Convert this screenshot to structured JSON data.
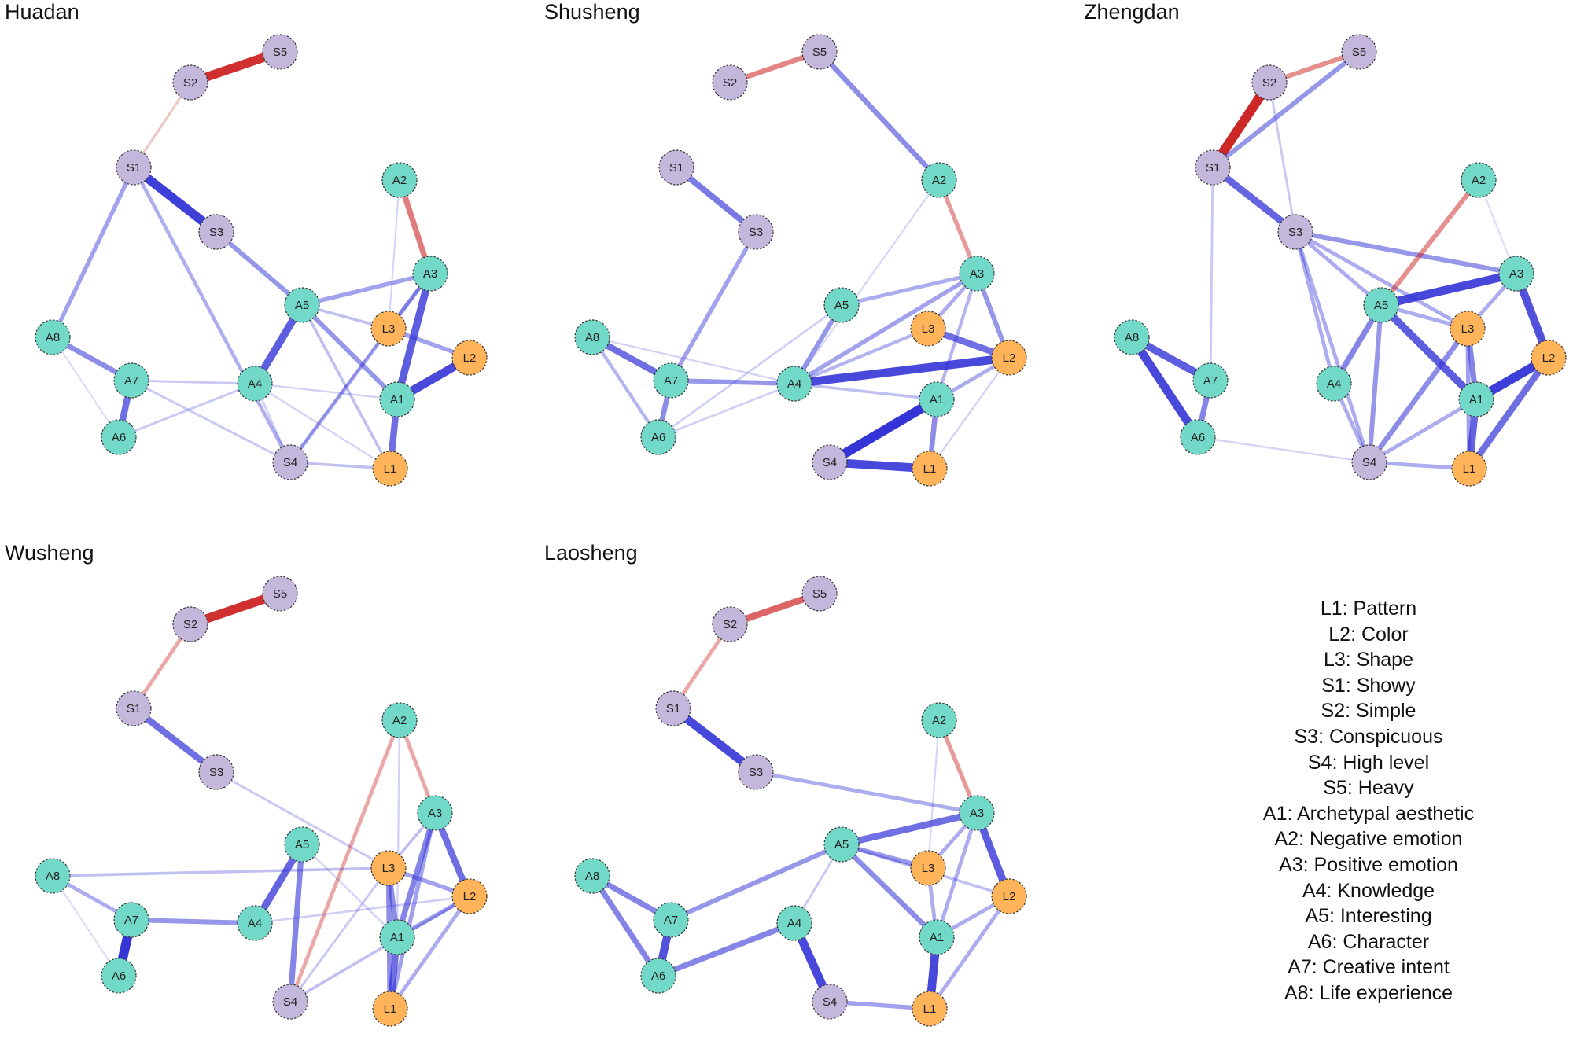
{
  "colors": {
    "S": "#c3b8dc",
    "A": "#72d8c8",
    "L": "#ffb45a",
    "positive_edge": "#2f2fd6",
    "negative_edge": "#cc2020"
  },
  "panels": [
    {
      "title": "Huadan",
      "edges": [
        {
          "from": "S2",
          "to": "S5",
          "w": 0.85,
          "sign": "neg"
        },
        {
          "from": "S2",
          "to": "S1",
          "w": 0.15,
          "sign": "neg"
        },
        {
          "from": "S1",
          "to": "S3",
          "w": 0.85,
          "sign": "pos"
        },
        {
          "from": "S1",
          "to": "A8",
          "w": 0.35,
          "sign": "pos"
        },
        {
          "from": "S1",
          "to": "S4",
          "w": 0.28,
          "sign": "pos"
        },
        {
          "from": "S3",
          "to": "A5",
          "w": 0.4,
          "sign": "pos"
        },
        {
          "from": "A2",
          "to": "A3",
          "w": 0.5,
          "sign": "neg"
        },
        {
          "from": "A2",
          "to": "L3",
          "w": 0.08,
          "sign": "pos"
        },
        {
          "from": "A3",
          "to": "A1",
          "w": 0.7,
          "sign": "pos"
        },
        {
          "from": "A3",
          "to": "A5",
          "w": 0.35,
          "sign": "pos"
        },
        {
          "from": "A3",
          "to": "L3",
          "w": 0.3,
          "sign": "pos"
        },
        {
          "from": "A3",
          "to": "S4",
          "w": 0.3,
          "sign": "pos"
        },
        {
          "from": "A5",
          "to": "A4",
          "w": 0.7,
          "sign": "pos"
        },
        {
          "from": "A5",
          "to": "A1",
          "w": 0.4,
          "sign": "pos"
        },
        {
          "from": "A5",
          "to": "L3",
          "w": 0.2,
          "sign": "pos"
        },
        {
          "from": "A5",
          "to": "L1",
          "w": 0.2,
          "sign": "pos"
        },
        {
          "from": "L3",
          "to": "L2",
          "w": 0.35,
          "sign": "pos"
        },
        {
          "from": "A1",
          "to": "L2",
          "w": 0.8,
          "sign": "pos"
        },
        {
          "from": "A1",
          "to": "L1",
          "w": 0.6,
          "sign": "pos"
        },
        {
          "from": "A8",
          "to": "A7",
          "w": 0.45,
          "sign": "pos"
        },
        {
          "from": "A7",
          "to": "A6",
          "w": 0.6,
          "sign": "pos"
        },
        {
          "from": "A7",
          "to": "A4",
          "w": 0.15,
          "sign": "pos"
        },
        {
          "from": "A6",
          "to": "A4",
          "w": 0.15,
          "sign": "pos"
        },
        {
          "from": "A8",
          "to": "A6",
          "w": 0.06,
          "sign": "pos"
        },
        {
          "from": "A7",
          "to": "S4",
          "w": 0.15,
          "sign": "pos"
        },
        {
          "from": "A4",
          "to": "S4",
          "w": 0.12,
          "sign": "pos"
        },
        {
          "from": "S4",
          "to": "L1",
          "w": 0.2,
          "sign": "pos"
        },
        {
          "from": "S4",
          "to": "L3",
          "w": 0.15,
          "sign": "pos"
        },
        {
          "from": "A4",
          "to": "L1",
          "w": 0.1,
          "sign": "pos"
        },
        {
          "from": "A4",
          "to": "A1",
          "w": 0.1,
          "sign": "pos"
        }
      ]
    },
    {
      "title": "Shusheng",
      "edges": [
        {
          "from": "S2",
          "to": "S5",
          "w": 0.45,
          "sign": "neg"
        },
        {
          "from": "S5",
          "to": "A2",
          "w": 0.45,
          "sign": "pos"
        },
        {
          "from": "A2",
          "to": "A3",
          "w": 0.35,
          "sign": "neg"
        },
        {
          "from": "A2",
          "to": "A4",
          "w": 0.08,
          "sign": "pos"
        },
        {
          "from": "S1",
          "to": "S3",
          "w": 0.55,
          "sign": "pos"
        },
        {
          "from": "S3",
          "to": "A7",
          "w": 0.35,
          "sign": "pos"
        },
        {
          "from": "A8",
          "to": "A7",
          "w": 0.6,
          "sign": "pos"
        },
        {
          "from": "A8",
          "to": "A6",
          "w": 0.25,
          "sign": "pos"
        },
        {
          "from": "A8",
          "to": "A4",
          "w": 0.1,
          "sign": "pos"
        },
        {
          "from": "A7",
          "to": "A6",
          "w": 0.45,
          "sign": "pos"
        },
        {
          "from": "A7",
          "to": "A4",
          "w": 0.4,
          "sign": "pos"
        },
        {
          "from": "A6",
          "to": "A4",
          "w": 0.12,
          "sign": "pos"
        },
        {
          "from": "A6",
          "to": "A5",
          "w": 0.12,
          "sign": "pos"
        },
        {
          "from": "A4",
          "to": "L2",
          "w": 0.8,
          "sign": "pos"
        },
        {
          "from": "A4",
          "to": "A5",
          "w": 0.4,
          "sign": "pos"
        },
        {
          "from": "A4",
          "to": "A3",
          "w": 0.35,
          "sign": "pos"
        },
        {
          "from": "A4",
          "to": "L3",
          "w": 0.25,
          "sign": "pos"
        },
        {
          "from": "A4",
          "to": "A1",
          "w": 0.2,
          "sign": "pos"
        },
        {
          "from": "A5",
          "to": "A3",
          "w": 0.3,
          "sign": "pos"
        },
        {
          "from": "A3",
          "to": "L2",
          "w": 0.4,
          "sign": "pos"
        },
        {
          "from": "A3",
          "to": "L3",
          "w": 0.3,
          "sign": "pos"
        },
        {
          "from": "A3",
          "to": "A1",
          "w": 0.25,
          "sign": "pos"
        },
        {
          "from": "L3",
          "to": "L2",
          "w": 0.6,
          "sign": "pos"
        },
        {
          "from": "A1",
          "to": "S4",
          "w": 0.9,
          "sign": "pos"
        },
        {
          "from": "A1",
          "to": "L1",
          "w": 0.45,
          "sign": "pos"
        },
        {
          "from": "S4",
          "to": "L1",
          "w": 0.8,
          "sign": "pos"
        },
        {
          "from": "S4",
          "to": "L2",
          "w": 0.3,
          "sign": "pos"
        },
        {
          "from": "L1",
          "to": "L2",
          "w": 0.1,
          "sign": "pos"
        }
      ]
    },
    {
      "title": "Zhengdan",
      "edges": [
        {
          "from": "S2",
          "to": "S5",
          "w": 0.4,
          "sign": "neg"
        },
        {
          "from": "S2",
          "to": "S1",
          "w": 0.9,
          "sign": "neg"
        },
        {
          "from": "S1",
          "to": "S5",
          "w": 0.4,
          "sign": "pos"
        },
        {
          "from": "S1",
          "to": "S3",
          "w": 0.65,
          "sign": "pos"
        },
        {
          "from": "S2",
          "to": "S3",
          "w": 0.15,
          "sign": "pos"
        },
        {
          "from": "S1",
          "to": "A7",
          "w": 0.15,
          "sign": "pos"
        },
        {
          "from": "S3",
          "to": "A3",
          "w": 0.4,
          "sign": "pos"
        },
        {
          "from": "S3",
          "to": "A5",
          "w": 0.3,
          "sign": "pos"
        },
        {
          "from": "S3",
          "to": "L3",
          "w": 0.3,
          "sign": "pos"
        },
        {
          "from": "S3",
          "to": "A4",
          "w": 0.3,
          "sign": "pos"
        },
        {
          "from": "S3",
          "to": "S4",
          "w": 0.3,
          "sign": "pos"
        },
        {
          "from": "A2",
          "to": "A5",
          "w": 0.4,
          "sign": "neg"
        },
        {
          "from": "A2",
          "to": "L2",
          "w": 0.06,
          "sign": "pos"
        },
        {
          "from": "A5",
          "to": "A3",
          "w": 0.8,
          "sign": "pos"
        },
        {
          "from": "A5",
          "to": "A1",
          "w": 0.7,
          "sign": "pos"
        },
        {
          "from": "A5",
          "to": "A4",
          "w": 0.5,
          "sign": "pos"
        },
        {
          "from": "A5",
          "to": "S4",
          "w": 0.4,
          "sign": "pos"
        },
        {
          "from": "A5",
          "to": "L3",
          "w": 0.3,
          "sign": "pos"
        },
        {
          "from": "A3",
          "to": "L2",
          "w": 0.75,
          "sign": "pos"
        },
        {
          "from": "A3",
          "to": "L3",
          "w": 0.3,
          "sign": "pos"
        },
        {
          "from": "L3",
          "to": "A1",
          "w": 0.5,
          "sign": "pos"
        },
        {
          "from": "L3",
          "to": "S4",
          "w": 0.45,
          "sign": "pos"
        },
        {
          "from": "L3",
          "to": "L1",
          "w": 0.35,
          "sign": "pos"
        },
        {
          "from": "L2",
          "to": "A1",
          "w": 0.85,
          "sign": "pos"
        },
        {
          "from": "L2",
          "to": "L1",
          "w": 0.6,
          "sign": "pos"
        },
        {
          "from": "A1",
          "to": "L1",
          "w": 0.65,
          "sign": "pos"
        },
        {
          "from": "A1",
          "to": "S4",
          "w": 0.3,
          "sign": "pos"
        },
        {
          "from": "A4",
          "to": "S4",
          "w": 0.3,
          "sign": "pos"
        },
        {
          "from": "S4",
          "to": "L1",
          "w": 0.3,
          "sign": "pos"
        },
        {
          "from": "A8",
          "to": "A7",
          "w": 0.7,
          "sign": "pos"
        },
        {
          "from": "A8",
          "to": "A6",
          "w": 0.8,
          "sign": "pos"
        },
        {
          "from": "A7",
          "to": "A6",
          "w": 0.5,
          "sign": "pos"
        },
        {
          "from": "A6",
          "to": "S4",
          "w": 0.1,
          "sign": "pos"
        }
      ]
    },
    {
      "title": "Wusheng",
      "edges": [
        {
          "from": "S2",
          "to": "S5",
          "w": 0.85,
          "sign": "neg"
        },
        {
          "from": "S2",
          "to": "S1",
          "w": 0.3,
          "sign": "neg"
        },
        {
          "from": "S1",
          "to": "S3",
          "w": 0.6,
          "sign": "pos"
        },
        {
          "from": "S3",
          "to": "L3",
          "w": 0.15,
          "sign": "pos"
        },
        {
          "from": "A2",
          "to": "S4",
          "w": 0.3,
          "sign": "neg"
        },
        {
          "from": "A2",
          "to": "A3",
          "w": 0.3,
          "sign": "neg"
        },
        {
          "from": "A2",
          "to": "A1",
          "w": 0.1,
          "sign": "pos"
        },
        {
          "from": "A3",
          "to": "L2",
          "w": 0.6,
          "sign": "pos"
        },
        {
          "from": "A3",
          "to": "A1",
          "w": 0.5,
          "sign": "pos"
        },
        {
          "from": "A3",
          "to": "L1",
          "w": 0.35,
          "sign": "pos"
        },
        {
          "from": "A3",
          "to": "L3",
          "w": 0.2,
          "sign": "pos"
        },
        {
          "from": "L3",
          "to": "L2",
          "w": 0.35,
          "sign": "pos"
        },
        {
          "from": "L3",
          "to": "A1",
          "w": 0.45,
          "sign": "pos"
        },
        {
          "from": "L3",
          "to": "L1",
          "w": 0.45,
          "sign": "pos"
        },
        {
          "from": "A5",
          "to": "A4",
          "w": 0.65,
          "sign": "pos"
        },
        {
          "from": "A5",
          "to": "S4",
          "w": 0.5,
          "sign": "pos"
        },
        {
          "from": "A5",
          "to": "A1",
          "w": 0.1,
          "sign": "pos"
        },
        {
          "from": "A8",
          "to": "A7",
          "w": 0.3,
          "sign": "pos"
        },
        {
          "from": "A8",
          "to": "L3",
          "w": 0.2,
          "sign": "pos"
        },
        {
          "from": "A8",
          "to": "A6",
          "w": 0.06,
          "sign": "pos"
        },
        {
          "from": "A7",
          "to": "A6",
          "w": 0.9,
          "sign": "pos"
        },
        {
          "from": "A7",
          "to": "A4",
          "w": 0.4,
          "sign": "pos"
        },
        {
          "from": "A4",
          "to": "L2",
          "w": 0.12,
          "sign": "pos"
        },
        {
          "from": "A1",
          "to": "L2",
          "w": 0.35,
          "sign": "pos"
        },
        {
          "from": "A1",
          "to": "L1",
          "w": 0.6,
          "sign": "pos"
        },
        {
          "from": "S4",
          "to": "L2",
          "w": 0.2,
          "sign": "pos"
        },
        {
          "from": "S4",
          "to": "L3",
          "w": 0.15,
          "sign": "pos"
        },
        {
          "from": "L1",
          "to": "L2",
          "w": 0.3,
          "sign": "pos"
        }
      ]
    },
    {
      "title": "Laosheng",
      "edges": [
        {
          "from": "S2",
          "to": "S5",
          "w": 0.6,
          "sign": "neg"
        },
        {
          "from": "S2",
          "to": "S1",
          "w": 0.3,
          "sign": "neg"
        },
        {
          "from": "S1",
          "to": "S3",
          "w": 0.8,
          "sign": "pos"
        },
        {
          "from": "S3",
          "to": "A3",
          "w": 0.3,
          "sign": "pos"
        },
        {
          "from": "A2",
          "to": "A3",
          "w": 0.35,
          "sign": "neg"
        },
        {
          "from": "A2",
          "to": "L3",
          "w": 0.08,
          "sign": "pos"
        },
        {
          "from": "A5",
          "to": "A3",
          "w": 0.6,
          "sign": "pos"
        },
        {
          "from": "A5",
          "to": "A7",
          "w": 0.4,
          "sign": "pos"
        },
        {
          "from": "A5",
          "to": "L3",
          "w": 0.4,
          "sign": "pos"
        },
        {
          "from": "A5",
          "to": "A1",
          "w": 0.45,
          "sign": "pos"
        },
        {
          "from": "A5",
          "to": "L2",
          "w": 0.2,
          "sign": "pos"
        },
        {
          "from": "A5",
          "to": "A4",
          "w": 0.15,
          "sign": "pos"
        },
        {
          "from": "A3",
          "to": "L2",
          "w": 0.7,
          "sign": "pos"
        },
        {
          "from": "A3",
          "to": "A1",
          "w": 0.3,
          "sign": "pos"
        },
        {
          "from": "A3",
          "to": "L3",
          "w": 0.3,
          "sign": "pos"
        },
        {
          "from": "L3",
          "to": "A1",
          "w": 0.3,
          "sign": "pos"
        },
        {
          "from": "A1",
          "to": "L1",
          "w": 0.8,
          "sign": "pos"
        },
        {
          "from": "A1",
          "to": "L2",
          "w": 0.3,
          "sign": "pos"
        },
        {
          "from": "L2",
          "to": "L1",
          "w": 0.3,
          "sign": "pos"
        },
        {
          "from": "A8",
          "to": "A7",
          "w": 0.5,
          "sign": "pos"
        },
        {
          "from": "A8",
          "to": "A6",
          "w": 0.5,
          "sign": "pos"
        },
        {
          "from": "A7",
          "to": "A6",
          "w": 0.75,
          "sign": "pos"
        },
        {
          "from": "A6",
          "to": "A4",
          "w": 0.5,
          "sign": "pos"
        },
        {
          "from": "A4",
          "to": "S4",
          "w": 0.8,
          "sign": "pos"
        },
        {
          "from": "S4",
          "to": "L1",
          "w": 0.35,
          "sign": "pos"
        }
      ]
    }
  ],
  "legend": [
    "L1: Pattern",
    "L2: Color",
    "L3: Shape",
    "S1: Showy",
    "S2: Simple",
    "S3: Conspicuous",
    "S4: High level",
    "S5: Heavy",
    "A1: Archetypal aesthetic",
    "A2: Negative emotion",
    "A3: Positive emotion",
    "A4: Knowledge",
    "A5: Interesting",
    "A6: Character",
    "A7: Creative intent",
    "A8: Life experience"
  ]
}
